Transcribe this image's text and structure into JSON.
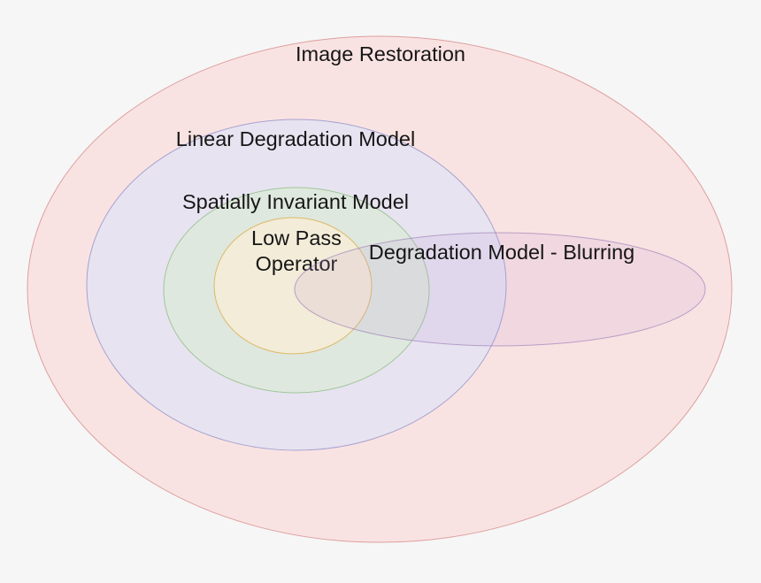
{
  "background_color": "#f6f6f6",
  "text_color": "#161616",
  "diagram": {
    "type": "euler-venn",
    "title": "Image degradation model concept diagram",
    "sets": [
      {
        "id": "image-restoration",
        "label": "Image Restoration",
        "fill": "#f9e3e2",
        "stroke": "#dd9f9f",
        "contains": [
          "linear-degradation-model"
        ]
      },
      {
        "id": "linear-degradation-model",
        "label": "Linear Degradation Model",
        "fill": "#e7e3f0",
        "stroke": "#a6a2d0",
        "contains": [
          "spatially-invariant-model"
        ]
      },
      {
        "id": "spatially-invariant-model",
        "label": "Spatially Invariant Model",
        "fill": "#dfe8de",
        "stroke": "#a0c69b",
        "contains": [
          "low-pass-operator"
        ]
      },
      {
        "id": "low-pass-operator",
        "label": "Low Pass Operator",
        "label_line1": "Low Pass",
        "label_line2": "Operator",
        "fill": "#f2ecd8",
        "stroke": "#dcb96a",
        "contains": []
      },
      {
        "id": "degradation-model-blurring",
        "label": "Degradation Model - Blurring",
        "fill": "rgba(185,150,215,0.15)",
        "stroke": "rgba(150,115,180,0.6)",
        "overlaps": [
          "low-pass-operator",
          "spatially-invariant-model",
          "linear-degradation-model",
          "image-restoration"
        ]
      }
    ]
  }
}
